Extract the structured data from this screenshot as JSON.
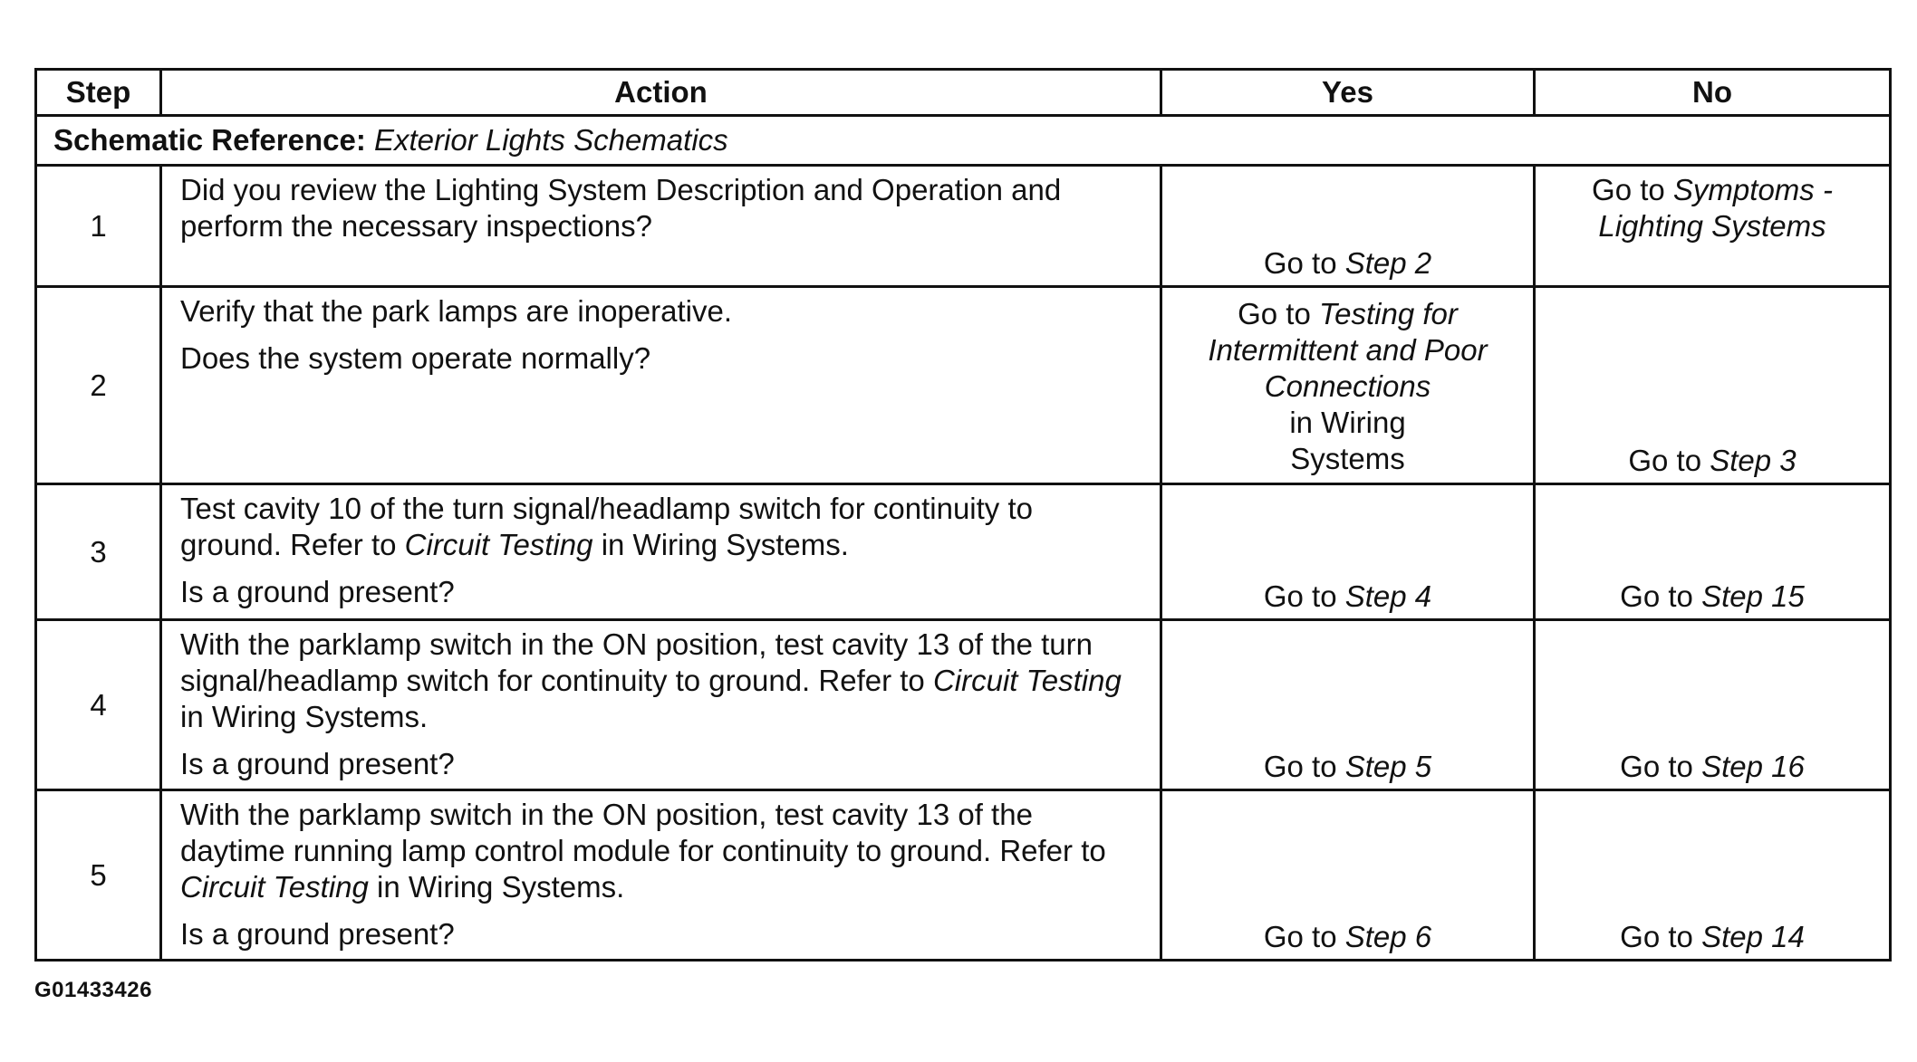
{
  "table": {
    "headers": {
      "step": "Step",
      "action": "Action",
      "yes": "Yes",
      "no": "No"
    },
    "reference": {
      "label": "Schematic Reference:",
      "value": "Exterior Lights Schematics"
    },
    "rows": [
      {
        "step": "1",
        "action": {
          "line1": "Did you review the Lighting System Description and Operation and perform the necessary inspections?"
        },
        "yes": {
          "prefix": "Go to",
          "target": "Step 2"
        },
        "no": {
          "prefix": "Go to",
          "target_line1": "Symptoms -",
          "target_line2": "Lighting Systems"
        }
      },
      {
        "step": "2",
        "action": {
          "line1": "Verify that the park lamps are inoperative.",
          "line2": "Does the system operate normally?"
        },
        "yes": {
          "prefix": "Go to",
          "target_line1": "Testing for",
          "target_line2": "Intermittent and Poor",
          "target_line3": "Connections",
          "suffix_line1": "in Wiring",
          "suffix_line2": "Systems"
        },
        "no": {
          "prefix": "Go to",
          "target": "Step 3"
        }
      },
      {
        "step": "3",
        "action": {
          "pre": "Test cavity 10 of the turn signal/headlamp switch for continuity to ground. Refer to",
          "ref": "Circuit Testing",
          "post": "in Wiring Systems.",
          "question": "Is a ground present?"
        },
        "yes": {
          "prefix": "Go to",
          "target": "Step 4"
        },
        "no": {
          "prefix": "Go to",
          "target": "Step 15"
        }
      },
      {
        "step": "4",
        "action": {
          "pre": "With the parklamp switch in the ON position, test cavity 13 of the turn signal/headlamp switch for continuity to ground. Refer to",
          "ref": "Circuit Testing",
          "post": "in Wiring Systems.",
          "question": "Is a ground present?"
        },
        "yes": {
          "prefix": "Go to",
          "target": "Step 5"
        },
        "no": {
          "prefix": "Go to",
          "target": "Step 16"
        }
      },
      {
        "step": "5",
        "action": {
          "pre": "With the parklamp switch in the ON position, test cavity 13 of the daytime running lamp control module for continuity to ground. Refer to",
          "ref": "Circuit Testing",
          "post": "in Wiring Systems.",
          "question": "Is a ground present?"
        },
        "yes": {
          "prefix": "Go to",
          "target": "Step 6"
        },
        "no": {
          "prefix": "Go to",
          "target": "Step 14"
        }
      }
    ]
  },
  "figure_id": "G01433426"
}
